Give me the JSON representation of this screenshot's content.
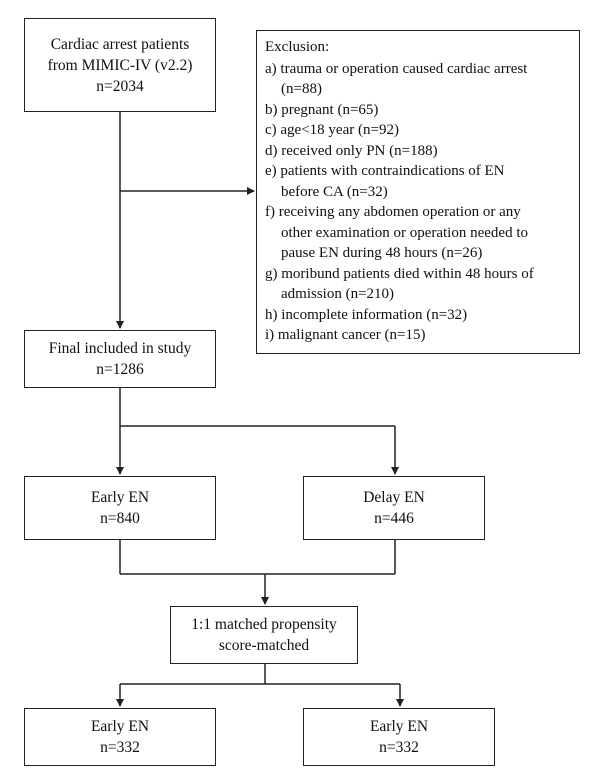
{
  "boxes": {
    "cohort": {
      "line1": "Cardiac arrest patients",
      "line2": "from MIMIC-IV (v2.2)",
      "count": "n=2034"
    },
    "final": {
      "line1": "Final included in study",
      "count": "n=1286"
    },
    "early": {
      "line1": "Early EN",
      "count": "n=840"
    },
    "delay": {
      "line1": "Delay EN",
      "count": "n=446"
    },
    "matched": {
      "line1": "1:1 matched propensity",
      "line2": "score-matched"
    },
    "early_matched_left": {
      "line1": "Early EN",
      "count": "n=332"
    },
    "early_matched_right": {
      "line1": "Early EN",
      "count": "n=332"
    }
  },
  "exclusion": {
    "title": "Exclusion:",
    "items": [
      {
        "line1": "a) trauma or operation caused cardiac arrest",
        "line2": "(n=88)"
      },
      {
        "line1": "b) pregnant (n=65)"
      },
      {
        "line1": "c) age<18 year (n=92)"
      },
      {
        "line1": "d) received only PN (n=188)"
      },
      {
        "line1": "e) patients with contraindications of EN",
        "line2": "before CA (n=32)"
      },
      {
        "line1": "f) receiving any abdomen operation or any",
        "line2": "other examination or operation needed to",
        "line3": "pause EN during 48 hours (n=26)"
      },
      {
        "line1": "g) moribund patients died within 48 hours of",
        "line2": "admission (n=210)"
      },
      {
        "line1": "h) incomplete information (n=32)"
      },
      {
        "line1": "i) malignant cancer (n=15)"
      }
    ]
  }
}
